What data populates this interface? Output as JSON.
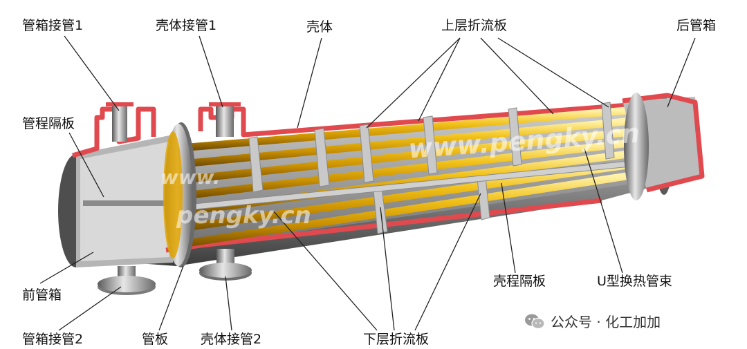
{
  "labels": {
    "tube_nozzle_1": "管箱接管1",
    "shell_nozzle_1": "壳体接管1",
    "shell": "壳体",
    "upper_baffle": "上层折流板",
    "rear_head": "后管箱",
    "pass_partition": "管程隔板",
    "front_head": "前管箱",
    "tube_nozzle_2": "管箱接管2",
    "tubesheet": "管板",
    "shell_nozzle_2": "壳体接管2",
    "lower_baffle": "下层折流板",
    "longitudinal_baffle": "壳程隔板",
    "u_tube_bundle": "U型换热管束"
  },
  "watermarks": {
    "main": "www.pengky.cn",
    "www": "www.",
    "pengky": "pengky.cn"
  },
  "footer": {
    "icon": "wechat-icon",
    "text": "公众号 · 化工加加"
  },
  "colors": {
    "shell_section": "#e04a4f",
    "tube_gold": "#e0a300",
    "metal": "#9a9a9a"
  }
}
